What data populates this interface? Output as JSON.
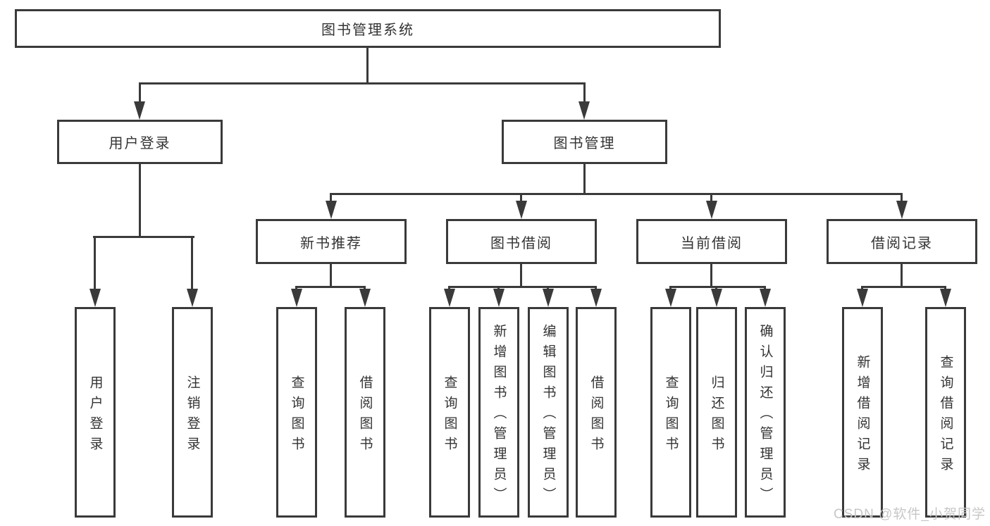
{
  "root": {
    "label": "图书管理系统"
  },
  "user_login": {
    "label": "用户登录",
    "children": [
      "用户登录",
      "注销登录"
    ]
  },
  "book_mgmt": {
    "label": "图书管理"
  },
  "groups": [
    {
      "label": "新书推荐",
      "children": [
        "查询图书",
        "借阅图书"
      ]
    },
    {
      "label": "图书借阅",
      "children": [
        "查询图书",
        "新增图书（管理员）",
        "编辑图书（管理员）",
        "借阅图书"
      ]
    },
    {
      "label": "当前借阅",
      "children": [
        "查询图书",
        "归还图书",
        "确认归还（管理员）"
      ]
    },
    {
      "label": "借阅记录",
      "children": [
        "新增借阅记录",
        "查询借阅记录"
      ]
    }
  ],
  "watermark": "CSDN @软件_小贺同学",
  "colors": {
    "line": "#3a3a3a",
    "text": "#333333",
    "background": "#ffffff",
    "watermark": "#c7c7c7"
  }
}
